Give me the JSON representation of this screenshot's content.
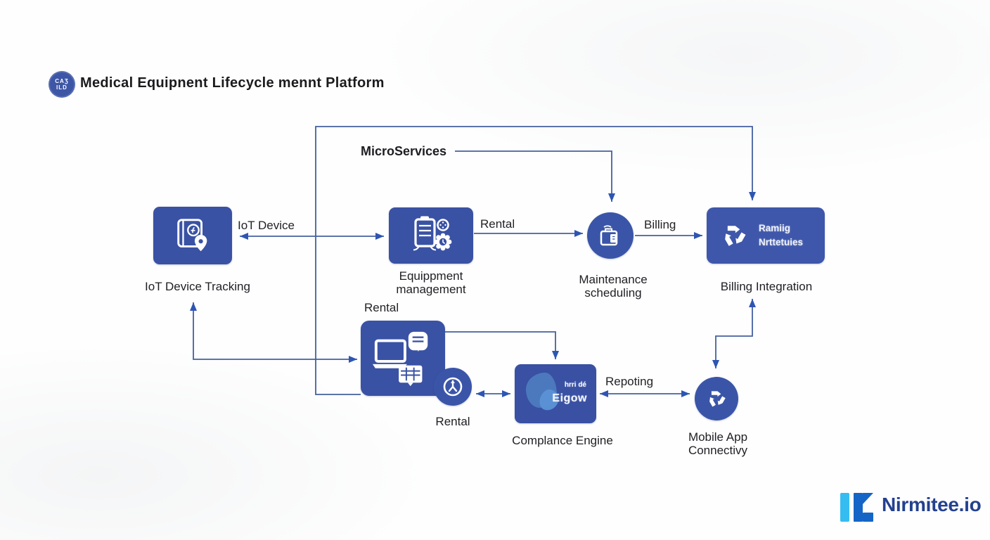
{
  "header": {
    "title": "Medical Equipnent Lifecycle mennt Platform",
    "badge_line1": "CAƷ",
    "badge_line2": "ILD"
  },
  "nodes": {
    "iot": {
      "label": "IoT Device Tracking"
    },
    "equipment": {
      "label_line1": "Equippment",
      "label_line2": "management"
    },
    "maintenance": {
      "label_line1": "Maintenance",
      "label_line2": "scheduling"
    },
    "billing": {
      "label": "Billing Integration",
      "inner_line1": "Ramiig",
      "inner_line2": "Nrttetuies"
    },
    "rental_box": {
      "label": "Rental"
    },
    "rental_circle": {
      "label": "Rental"
    },
    "compliance": {
      "label": "Complance Engine",
      "inner_line1": "hrri dé",
      "inner_line2": "Eigow"
    },
    "mobile": {
      "label_line1": "Mobile App",
      "label_line2": "Connectivy"
    }
  },
  "edges": {
    "microservices": "MicroServices",
    "iot_device": "IoT Device",
    "rental": "Rental",
    "billing": "Billing",
    "reporting": "Repoting"
  },
  "logo": {
    "text": "Nirmitee.io"
  },
  "colors": {
    "node_blue": "#3a52a4",
    "node_blue_alt": "#3e57ab",
    "line_blue": "#44609f",
    "arrow_blue": "#2e55b2",
    "logo_light_blue": "#35bdf2",
    "logo_dark_blue": "#1565c6",
    "logo_text_blue": "#24418f"
  }
}
